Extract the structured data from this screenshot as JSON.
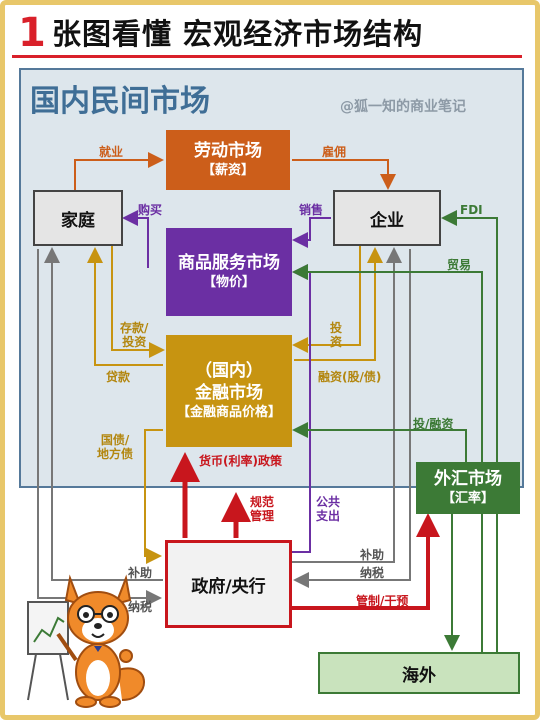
{
  "title": {
    "number": "1",
    "text": "张图看懂 宏观经济市场结构"
  },
  "region": {
    "title": "国内民间市场",
    "watermark": "@狐一知的商业笔记"
  },
  "nodes": {
    "household": "家庭",
    "enterprise": "企业",
    "labor_market": {
      "name": "劳动市场",
      "price": "【薪资】"
    },
    "goods_market": {
      "name": "商品服务市场",
      "price": "【物价】"
    },
    "financial_market": {
      "line1": "（国内）",
      "line2": "金融市场",
      "price": "【金融商品价格】"
    },
    "government": "政府/央行",
    "fx_market": {
      "name": "外汇市场",
      "price": "【汇率】"
    },
    "abroad": "海外"
  },
  "flows": {
    "employment": "就业",
    "hire": "雇佣",
    "purchase": "购买",
    "sales": "销售",
    "fdi": "FDI",
    "trade": "贸易",
    "deposit_invest": [
      "存款/",
      "投资"
    ],
    "invest": [
      "投",
      "资"
    ],
    "loan": "贷款",
    "financing": "融资(股/债)",
    "invest_finance": "投/融资",
    "bonds": [
      "国债/",
      "地方债"
    ],
    "monetary_policy": "货币(利率)政策",
    "regulation": [
      "规范",
      "管理"
    ],
    "public_spending": [
      "公共",
      "支出"
    ],
    "subsidy": "补助",
    "tax": "纳税",
    "control": "管制/干预"
  },
  "colors": {
    "labor": "#cc5e1a",
    "goods": "#6b2fa3",
    "finance": "#c79411",
    "government": "#c8161d",
    "fx": "#3c7a36",
    "region": "#dde6ec",
    "grey": "#777777"
  }
}
